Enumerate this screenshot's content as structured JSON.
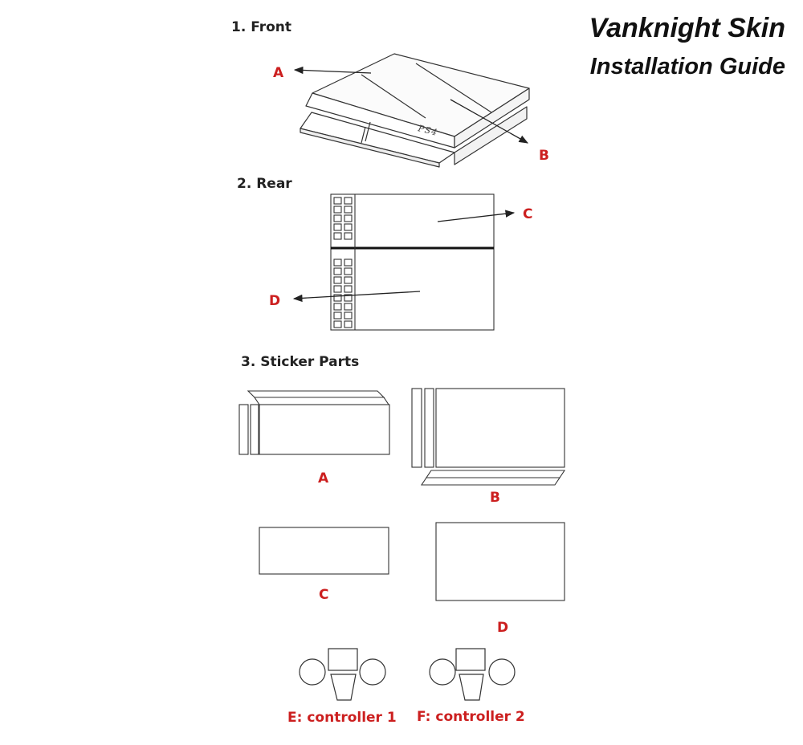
{
  "header": {
    "title": "Vanknight Skin",
    "subtitle": "Installation Guide"
  },
  "sections": {
    "front": {
      "heading": "1. Front",
      "labels": {
        "a": "A",
        "b": "B"
      },
      "console_mark": "PS4"
    },
    "rear": {
      "heading": "2. Rear",
      "labels": {
        "c": "C",
        "d": "D"
      }
    },
    "parts": {
      "heading": "3. Sticker Parts",
      "labels": {
        "a": "A",
        "b": "B",
        "c": "C",
        "d": "D"
      },
      "controllers": {
        "e": "E: controller 1",
        "f": "F: controller 2"
      }
    }
  },
  "colors": {
    "label": "#cc1f1f",
    "line": "#333333",
    "text": "#222222"
  }
}
